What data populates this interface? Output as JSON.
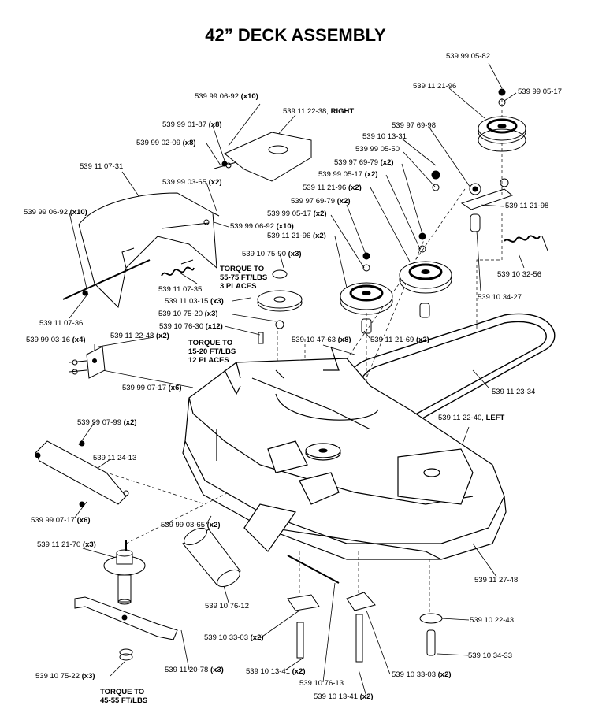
{
  "title": "42” DECK ASSEMBLY",
  "labels": [
    {
      "pn": "539 99 05-82",
      "q": ""
    },
    {
      "pn": "539 11 21-96",
      "q": ""
    },
    {
      "pn": "539 99 05-17",
      "q": ""
    },
    {
      "pn": "539 99 06-92",
      "q": "(x10)"
    },
    {
      "pn": "539 11 22-38,",
      "q": "RIGHT"
    },
    {
      "pn": "539 97 69-98",
      "q": ""
    },
    {
      "pn": "539 10 13-31",
      "q": ""
    },
    {
      "pn": "539 99 01-87",
      "q": "(x8)"
    },
    {
      "pn": "539 99 02-09",
      "q": "(x8)"
    },
    {
      "pn": "539 99 05-50",
      "q": ""
    },
    {
      "pn": "539 97 69-79",
      "q": "(x2)"
    },
    {
      "pn": "539 11 07-31",
      "q": ""
    },
    {
      "pn": "539 99 05-17",
      "q": "(x2)"
    },
    {
      "pn": "539 99 03-65",
      "q": "(x2)"
    },
    {
      "pn": "539 11 21-96",
      "q": "(x2)"
    },
    {
      "pn": "539 11 21-98",
      "q": ""
    },
    {
      "pn": "539 97 69-79",
      "q": "(x2)"
    },
    {
      "pn": "539 99 06-92",
      "q": "(x10)"
    },
    {
      "pn": "539 99 05-17",
      "q": "(x2)"
    },
    {
      "pn": "539 99 06-92",
      "q": "(x10)"
    },
    {
      "pn": "539 11 21-96",
      "q": "(x2)"
    },
    {
      "pn": "539 10 75-90",
      "q": "(x3)"
    },
    {
      "pn": "539 10 32-56",
      "q": ""
    },
    {
      "pn": "539 11 07-35",
      "q": ""
    },
    {
      "pn": "539 11 03-15",
      "q": "(x3)"
    },
    {
      "pn": "539 10 34-27",
      "q": ""
    },
    {
      "pn": "539 10 75-20",
      "q": "(x3)"
    },
    {
      "pn": "539 11 07-36",
      "q": ""
    },
    {
      "pn": "539 10 76-30",
      "q": "(x12)"
    },
    {
      "pn": "539 99 03-16",
      "q": "(x4)"
    },
    {
      "pn": "539 11 22-48",
      "q": "(x2)"
    },
    {
      "pn": "539 10 47-63",
      "q": "(x8)"
    },
    {
      "pn": "539 11 21-69",
      "q": "(x2)"
    },
    {
      "pn": "539 99 07-17",
      "q": "(x6)"
    },
    {
      "pn": "539 11 23-34",
      "q": ""
    },
    {
      "pn": "539 11 22-40,",
      "q": "LEFT"
    },
    {
      "pn": "539 99 07-99",
      "q": "(x2)"
    },
    {
      "pn": "539 11 24-13",
      "q": ""
    },
    {
      "pn": "539 99 07-17",
      "q": "(x6)"
    },
    {
      "pn": "539 99 03-65",
      "q": "(x2)"
    },
    {
      "pn": "539 11 21-70",
      "q": "(x3)"
    },
    {
      "pn": "539 11 27-48",
      "q": ""
    },
    {
      "pn": "539 10 76-12",
      "q": ""
    },
    {
      "pn": "539 10 22-43",
      "q": ""
    },
    {
      "pn": "539 10 33-03",
      "q": "(x2)"
    },
    {
      "pn": "539 10 34-33",
      "q": ""
    },
    {
      "pn": "539 10 75-22",
      "q": "(x3)"
    },
    {
      "pn": "539 11 20-78",
      "q": "(x3)"
    },
    {
      "pn": "539 10 13-41",
      "q": "(x2)"
    },
    {
      "pn": "539 10 33-03",
      "q": "(x2)"
    },
    {
      "pn": "539 10 76-13",
      "q": ""
    },
    {
      "pn": "539 10 13-41",
      "q": "(x2)"
    }
  ],
  "notes": [
    {
      "lines": [
        "TORQUE TO",
        "55-75 FT/LBS",
        "3 PLACES"
      ]
    },
    {
      "lines": [
        "TORQUE TO",
        "15-20 FT/LBS",
        "12 PLACES"
      ]
    },
    {
      "lines": [
        "TORQUE TO",
        "45-55 FT/LBS"
      ]
    }
  ]
}
